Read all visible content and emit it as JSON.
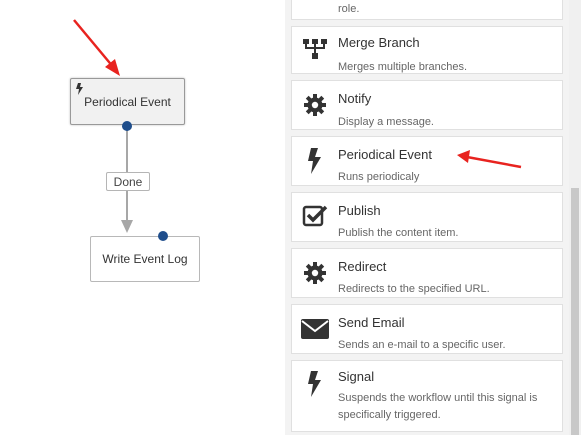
{
  "canvas": {
    "nodes": [
      {
        "label": "Periodical Event",
        "icon": "bolt-icon"
      },
      {
        "label": "Write Event Log"
      }
    ],
    "connector_label": "Done"
  },
  "toolbox": {
    "partial_top_description": "role.",
    "activities": [
      {
        "name": "Merge Branch",
        "description": "Merges multiple branches.",
        "icon": "merge-branch-icon"
      },
      {
        "name": "Notify",
        "description": "Display a message.",
        "icon": "gear-icon"
      },
      {
        "name": "Periodical Event",
        "description": "Runs periodicaly",
        "icon": "bolt-icon"
      },
      {
        "name": "Publish",
        "description": "Publish the content item.",
        "icon": "checkbox-icon"
      },
      {
        "name": "Redirect",
        "description": "Redirects to the specified URL.",
        "icon": "gear-icon"
      },
      {
        "name": "Send Email",
        "description": "Sends an e-mail to a specific user.",
        "icon": "envelope-icon"
      },
      {
        "name": "Signal",
        "description": "Suspends the workflow until this signal is specifically triggered.",
        "icon": "bolt-icon"
      }
    ]
  },
  "annotations": {
    "arrow_color": "#e8231f"
  }
}
